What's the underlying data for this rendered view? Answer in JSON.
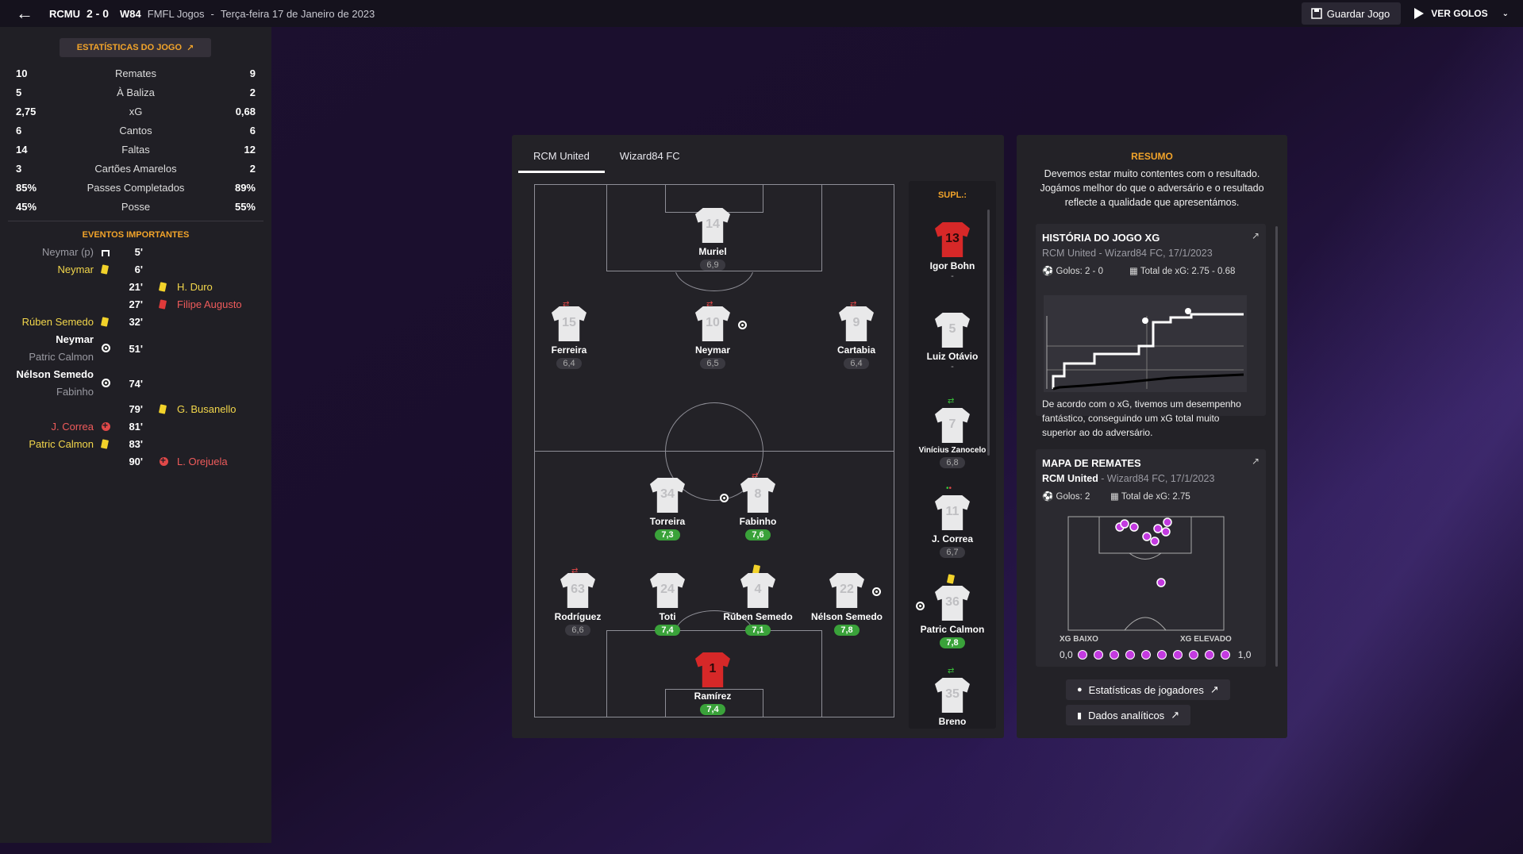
{
  "topbar": {
    "home_team": "RCMU",
    "score": "2 - 0",
    "away_team": "W84",
    "competition": "FMFL Jogos",
    "separator": "-",
    "date": "Terça-feira 17 de Janeiro de 2023",
    "save_label": "Guardar Jogo",
    "goals_label": "VER GOLOS"
  },
  "stats": {
    "title": "ESTATÍSTICAS DO JOGO",
    "rows": [
      {
        "home": "10",
        "label": "Remates",
        "away": "9"
      },
      {
        "home": "5",
        "label": "À Baliza",
        "away": "2"
      },
      {
        "home": "2,75",
        "label": "xG",
        "away": "0,68"
      },
      {
        "home": "6",
        "label": "Cantos",
        "away": "6"
      },
      {
        "home": "14",
        "label": "Faltas",
        "away": "12"
      },
      {
        "home": "3",
        "label": "Cartões Amarelos",
        "away": "2"
      },
      {
        "home": "85%",
        "label": "Passes Completados",
        "away": "89%"
      },
      {
        "home": "45%",
        "label": "Posse",
        "away": "55%"
      }
    ]
  },
  "events": {
    "title": "EVENTOS IMPORTANTES",
    "items": [
      {
        "home": "Neymar (p)",
        "home_icon": "penalty-miss-icon",
        "minute": "5'",
        "away": ""
      },
      {
        "home": "Neymar",
        "home_icon": "yellow-card-icon",
        "minute": "6'",
        "away": ""
      },
      {
        "home": "",
        "minute": "21'",
        "away": "H. Duro",
        "away_icon": "yellow-card-icon"
      },
      {
        "home": "",
        "minute": "27'",
        "away": "Filipe Augusto",
        "away_icon": "red-card-icon"
      },
      {
        "home": "Rúben Semedo",
        "home_icon": "yellow-card-icon",
        "minute": "32'",
        "away": ""
      },
      {
        "home": "Neymar",
        "home2": "Patric Calmon",
        "home_icon": "goal-ball-icon",
        "minute": "51'",
        "away": ""
      },
      {
        "home": "Nélson Semedo",
        "home2": "Fabinho",
        "home_icon": "goal-ball-icon",
        "minute": "74'",
        "away": ""
      },
      {
        "home": "",
        "minute": "79'",
        "away": "G. Busanello",
        "away_icon": "yellow-card-icon"
      },
      {
        "home": "J. Correa",
        "home_icon": "injury-icon",
        "minute": "81'",
        "away": ""
      },
      {
        "home": "Patric Calmon",
        "home_icon": "yellow-card-icon",
        "minute": "83'",
        "away": ""
      },
      {
        "home": "",
        "minute": "90'",
        "away": "L. Orejuela",
        "away_icon": "injury-icon"
      }
    ]
  },
  "lineup": {
    "tabs": [
      "RCM United",
      "Wizard84 FC"
    ],
    "players": [
      {
        "num": "14",
        "name": "Muriel",
        "rating": "6,9",
        "good": false
      },
      {
        "num": "15",
        "name": "Ferreira",
        "rating": "6,4",
        "good": false
      },
      {
        "num": "10",
        "name": "Neymar",
        "rating": "6,5",
        "good": false
      },
      {
        "num": "9",
        "name": "Cartabia",
        "rating": "6,4",
        "good": false
      },
      {
        "num": "34",
        "name": "Torreira",
        "rating": "7,3",
        "good": true
      },
      {
        "num": "8",
        "name": "Fabinho",
        "rating": "7,6",
        "good": true
      },
      {
        "num": "63",
        "name": "Rodríguez",
        "rating": "6,6",
        "good": false
      },
      {
        "num": "24",
        "name": "Toti",
        "rating": "7,4",
        "good": true
      },
      {
        "num": "4",
        "name": "Rúben Semedo",
        "rating": "7,1",
        "good": true
      },
      {
        "num": "22",
        "name": "Nélson Semedo",
        "rating": "7,8",
        "good": true
      },
      {
        "num": "1",
        "name": "Ramírez",
        "rating": "7,4",
        "good": true
      }
    ],
    "subs_title": "SUPL.:",
    "subs": [
      {
        "num": "13",
        "name": "Igor Bohn",
        "rating": "-",
        "good": false
      },
      {
        "num": "5",
        "name": "Luiz Otávio",
        "rating": "-",
        "good": false
      },
      {
        "num": "7",
        "name": "Vinícius Zanocelo",
        "rating": "6,8",
        "good": false
      },
      {
        "num": "11",
        "name": "J. Correa",
        "rating": "6,7",
        "good": false
      },
      {
        "num": "36",
        "name": "Patric Calmon",
        "rating": "7,8",
        "good": true
      },
      {
        "num": "35",
        "name": "Breno",
        "rating": "",
        "good": false
      }
    ]
  },
  "summary": {
    "title": "RESUMO",
    "text": "Devemos estar muito contentes com o resultado. Jogámos melhor do que o adversário e o resultado reflecte a qualidade que apresentámos.",
    "xg_card": {
      "title": "HISTÓRIA DO JOGO XG",
      "sub": "RCM United - Wizard84 FC, 17/1/2023",
      "goals": "Golos: 2 - 0",
      "xg_total": "Total de xG: 2.75 - 0.68",
      "desc": "De acordo com o xG, tivemos um desempenho fantástico, conseguindo um xG total muito superior ao do adversário."
    },
    "shot_card": {
      "title": "MAPA DE REMATES",
      "team": "RCM United",
      "sub": " - Wizard84 FC, 17/1/2023",
      "goals": "Golos: 2",
      "xg_total": "Total de xG: 2.75",
      "low_label": "XG BAIXO",
      "high_label": "XG ELEVADO",
      "low_val": "0,0",
      "high_val": "1,0"
    },
    "btn_players": "Estatísticas de jogadores",
    "btn_analytics": "Dados analíticos"
  }
}
